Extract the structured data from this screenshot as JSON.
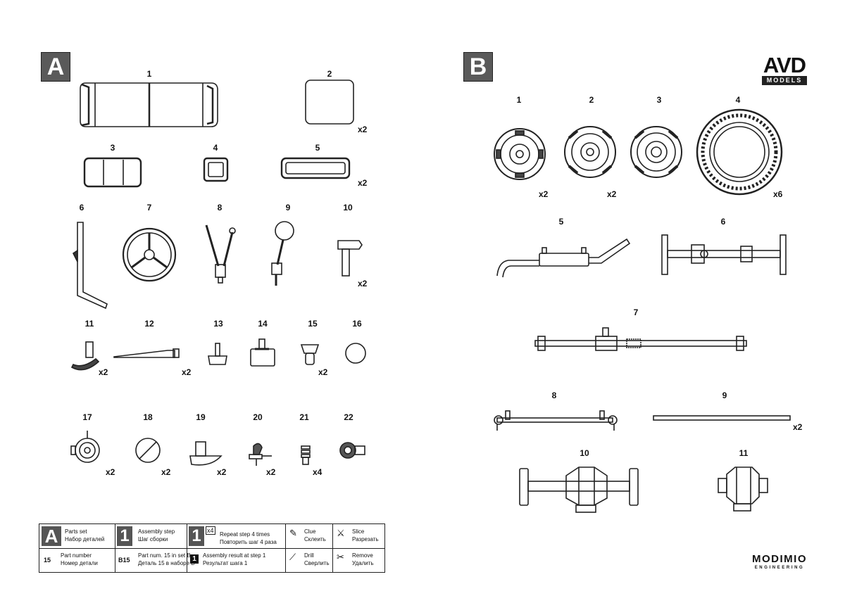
{
  "sections": {
    "a": "A",
    "b": "B"
  },
  "brand": {
    "avd_top": "AVD",
    "avd_bottom": "MODELS",
    "modimio": "MODIMIO",
    "engineering": "ENGINEERING"
  },
  "parts_a": [
    {
      "n": "1"
    },
    {
      "n": "2",
      "q": "x2"
    },
    {
      "n": "3"
    },
    {
      "n": "4"
    },
    {
      "n": "5",
      "q": "x2"
    },
    {
      "n": "6"
    },
    {
      "n": "7"
    },
    {
      "n": "8"
    },
    {
      "n": "9"
    },
    {
      "n": "10",
      "q": "x2"
    },
    {
      "n": "11",
      "q": "x2"
    },
    {
      "n": "12",
      "q": "x2"
    },
    {
      "n": "13"
    },
    {
      "n": "14"
    },
    {
      "n": "15",
      "q": "x2"
    },
    {
      "n": "16"
    },
    {
      "n": "17",
      "q": "x2"
    },
    {
      "n": "18",
      "q": "x2"
    },
    {
      "n": "19",
      "q": "x2"
    },
    {
      "n": "20",
      "q": "x2"
    },
    {
      "n": "21",
      "q": "x4"
    },
    {
      "n": "22"
    }
  ],
  "parts_b": [
    {
      "n": "1",
      "q": "x2"
    },
    {
      "n": "2",
      "q": "x2"
    },
    {
      "n": "3"
    },
    {
      "n": "4",
      "q": "x6"
    },
    {
      "n": "5"
    },
    {
      "n": "6"
    },
    {
      "n": "7"
    },
    {
      "n": "8"
    },
    {
      "n": "9",
      "q": "x2"
    },
    {
      "n": "10"
    },
    {
      "n": "11"
    }
  ],
  "legend": {
    "set_letter": "A",
    "parts_set_en": "Parts set",
    "parts_set_ru": "Набор деталей",
    "step_num": "1",
    "step_en": "Assembly step",
    "step_ru": "Шаг сборки",
    "repeat_num": "1",
    "repeat_mult": "x4",
    "repeat_en": "Repeat step 4 times",
    "repeat_ru": "Повторить шаг 4 раза",
    "glue_en": "Clue",
    "glue_ru": "Склеить",
    "slice_en": "Slice",
    "slice_ru": "Разрезать",
    "part_num_code": "15",
    "part_num_en": "Part number",
    "part_num_ru": "Номер детали",
    "set_part_code": "B15",
    "set_part_en": "Part num. 15 in set B",
    "set_part_ru": "Деталь 15 в наборе B",
    "result_num": "1",
    "result_en": "Assembly result at step 1",
    "result_ru": "Результат шага 1",
    "drill_en": "Drill",
    "drill_ru": "Сверлить",
    "remove_en": "Remove",
    "remove_ru": "Удалить"
  }
}
